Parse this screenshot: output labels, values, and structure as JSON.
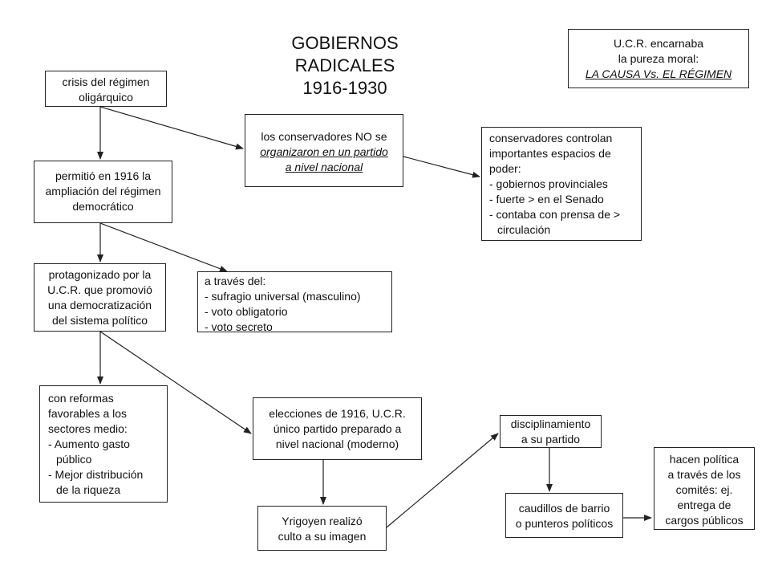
{
  "title": {
    "line1": "GOBIERNOS RADICALES",
    "line2": "1916-1930"
  },
  "box_ucr": {
    "l1": "U.C.R. encarnaba",
    "l2": "la pureza moral:",
    "l3": "LA CAUSA Vs. EL RÉGIMEN"
  },
  "box_crisis": {
    "l1": "crisis del régimen",
    "l2": "oligárquico"
  },
  "box_conservadores_no": {
    "l1": "los conservadores NO se",
    "l2": "organizaron en un partido",
    "l3": "a nivel nacional"
  },
  "box_conservadores_controlan": {
    "l1": "conservadores controlan",
    "l2": "importantes espacios de",
    "l3": "poder:",
    "l4": "- gobiernos provinciales",
    "l5": "- fuerte > en el Senado",
    "l6": "- contaba con prensa de >",
    "l7": "circulación"
  },
  "box_permitio": {
    "l1": "permitió en 1916 la",
    "l2": "ampliación del régimen",
    "l3": "democrático"
  },
  "box_protagonizado": {
    "l1": "protagonizado por la",
    "l2": "U.C.R. que promovió",
    "l3": "una democratización",
    "l4": "del sistema político"
  },
  "box_a_traves": {
    "l1": "a través del:",
    "l2": "- sufragio universal (masculino)",
    "l3": "- voto obligatorio",
    "l4": "- voto secreto"
  },
  "box_reformas": {
    "l1": "con reformas",
    "l2": "favorables a los",
    "l3": "sectores medio:",
    "l4": "- Aumento gasto",
    "l5": "público",
    "l6": "- Mejor distribución",
    "l7": "de la riqueza"
  },
  "box_elecciones": {
    "l1": "elecciones de 1916, U.C.R.",
    "l2": "único partido preparado a",
    "l3": "nivel nacional (moderno)"
  },
  "box_yrigoyen": {
    "l1": "Yrigoyen realizó",
    "l2": "culto a su imagen"
  },
  "box_disciplinamiento": {
    "l1": "disciplinamiento",
    "l2": "a su partido"
  },
  "box_caudillos": {
    "l1": "caudillos de barrio",
    "l2": "o punteros políticos"
  },
  "box_hacen": {
    "l1": "hacen política",
    "l2": "a través de los",
    "l3": "comités: ej.",
    "l4": "entrega de",
    "l5": "cargos públicos"
  },
  "colors": {
    "line": "#222222",
    "border": "#222222",
    "background": "#ffffff"
  }
}
